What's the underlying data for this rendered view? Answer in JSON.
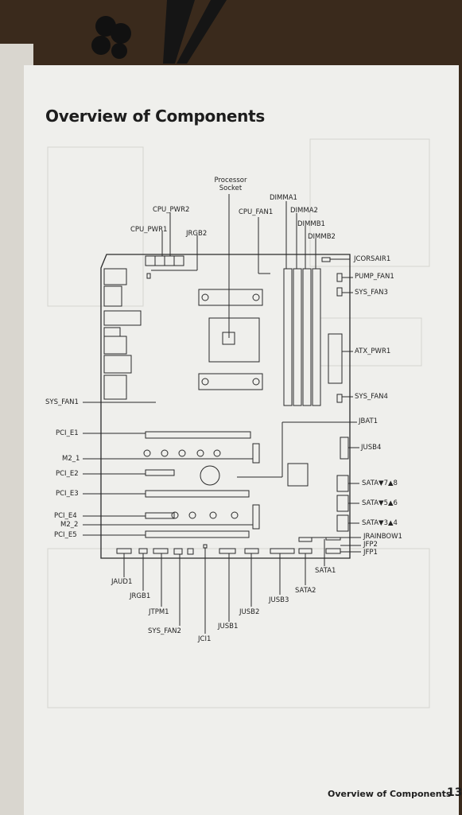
{
  "title": "Overview of Components",
  "labels": {
    "processor": "Processor",
    "socket": "Socket",
    "cpu_pwr2": "CPU_PWR2",
    "cpu_pwr1": "CPU_PWR1",
    "jrgb2": "JRGB2",
    "cpu_fan1": "CPU_FAN1",
    "dimma1": "DIMMA1",
    "dimma2": "DIMMA2",
    "dimmb1": "DIMMB1",
    "dimmb2": "DIMMB2",
    "jcorsair1": "JCORSAIR1",
    "pump_fan1": "PUMP_FAN1",
    "sys_fan3": "SYS_FAN3",
    "atx_pwr1": "ATX_PWR1",
    "sys_fan4": "SYS_FAN4",
    "sys_fan1": "SYS_FAN1",
    "jbat1": "JBAT1",
    "jusb4": "JUSB4",
    "pci_e1": "PCI_E1",
    "m2_1": "M2_1",
    "pci_e2": "PCI_E2",
    "pci_e3": "PCI_E3",
    "pci_e4": "PCI_E4",
    "m2_2": "M2_2",
    "pci_e5": "PCI_E5",
    "sata78": "SATA▼7▲8",
    "sata56": "SATA▼5▲6",
    "sata34": "SATA▼3▲4",
    "jrainbow1": "JRAINBOW1",
    "jfp2": "JFP2",
    "jfp1": "JFP1",
    "sata1": "SATA1",
    "sata2": "SATA2",
    "jaud1": "JAUD1",
    "jrgb1": "JRGB1",
    "jtpm1": "JTPM1",
    "sys_fan2": "SYS_FAN2",
    "jci1": "JCI1",
    "jusb1": "JUSB1",
    "jusb2": "JUSB2",
    "jusb3": "JUSB3"
  },
  "footer": {
    "section": "Overview of Components",
    "page": "13"
  }
}
